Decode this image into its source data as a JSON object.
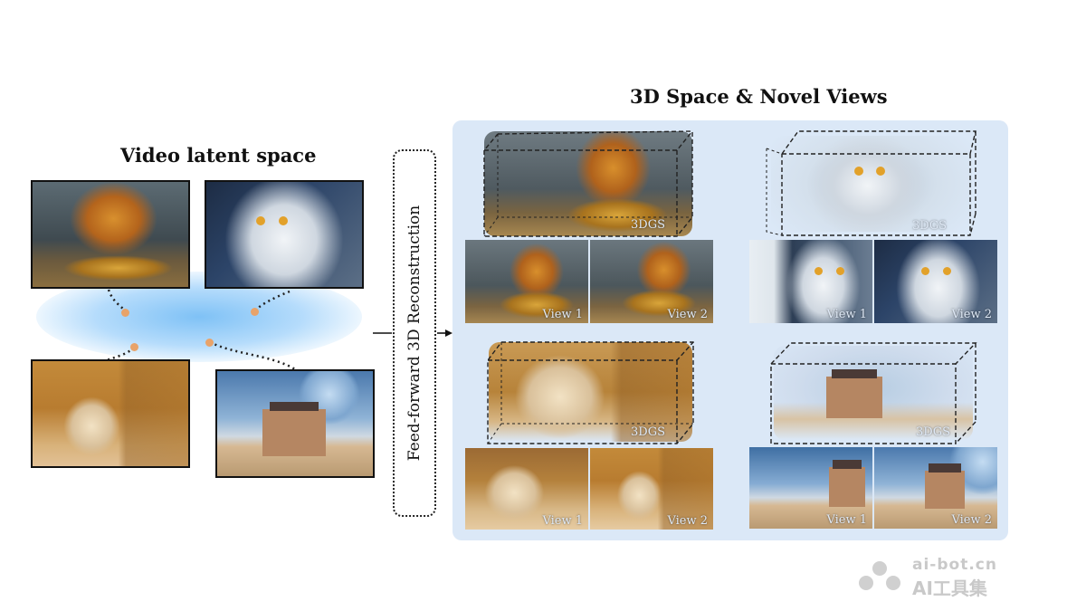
{
  "left": {
    "title": "Video latent space",
    "images": [
      {
        "subject": "troll-creature-with-bowl"
      },
      {
        "subject": "white-owl"
      },
      {
        "subject": "teddy-bear-under-crate"
      },
      {
        "subject": "castle-in-desert"
      }
    ]
  },
  "middle": {
    "label": "Feed-forward 3D Reconstruction"
  },
  "right": {
    "title": "3D Space & Novel Views",
    "scene_label": "3DGS",
    "view1_label": "View 1",
    "view2_label": "View 2"
  },
  "watermark": {
    "site": "ai-bot.cn",
    "name": "AI工具集"
  },
  "colors": {
    "panel_bg": "#dbe8f7",
    "glow": "#8ec8f4",
    "dot": "#e8a36a"
  }
}
